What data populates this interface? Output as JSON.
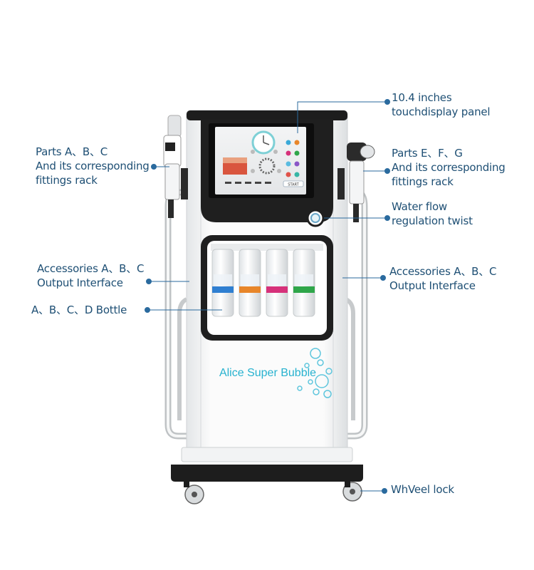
{
  "annotations": {
    "display_panel": [
      "10.4 inches",
      "touchdisplay panel"
    ],
    "parts_left": [
      "Parts A、B、C",
      "And its corresponding",
      "fittings rack"
    ],
    "parts_right": [
      "Parts E、F、G",
      "And its corresponding",
      "fittings rack"
    ],
    "water_flow": [
      "Water flow",
      "regulation twist"
    ],
    "output_left": [
      "Accessories A、B、C",
      "Output Interface"
    ],
    "output_right": [
      "Accessories A、B、C",
      "Output Interface"
    ],
    "bottle": "A、B、C、D Bottle",
    "wheel_lock": "WhVeel lock"
  },
  "device": {
    "brand": "Alice Super Bubble",
    "screen_start_label": "START",
    "bottle_cap_colors": [
      "#2f7fd1",
      "#e8862a",
      "#d6317a",
      "#2fa64a"
    ]
  },
  "colors": {
    "label_text": "#1e4f74",
    "leader_line": "#2a6a9e",
    "brand_text": "#27b2cf",
    "frame": "#1d1d1d"
  }
}
